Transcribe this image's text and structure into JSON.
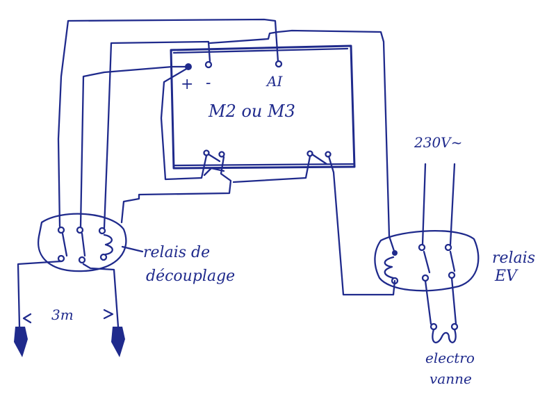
{
  "module": {
    "label": "M2 ou M3",
    "plus": "+",
    "minus": "-",
    "ai": "AI"
  },
  "relay_decouplage": {
    "line1": "relais de",
    "line2": "découplage"
  },
  "relay_ev": {
    "line1": "relais",
    "line2": "EV"
  },
  "supply": {
    "label": "230V~"
  },
  "valve": {
    "line1": "electro",
    "line2": "vanne"
  },
  "distance": {
    "label": "3m"
  },
  "colors": {
    "ink": "#1f2a8c",
    "paper": "#ffffff"
  }
}
